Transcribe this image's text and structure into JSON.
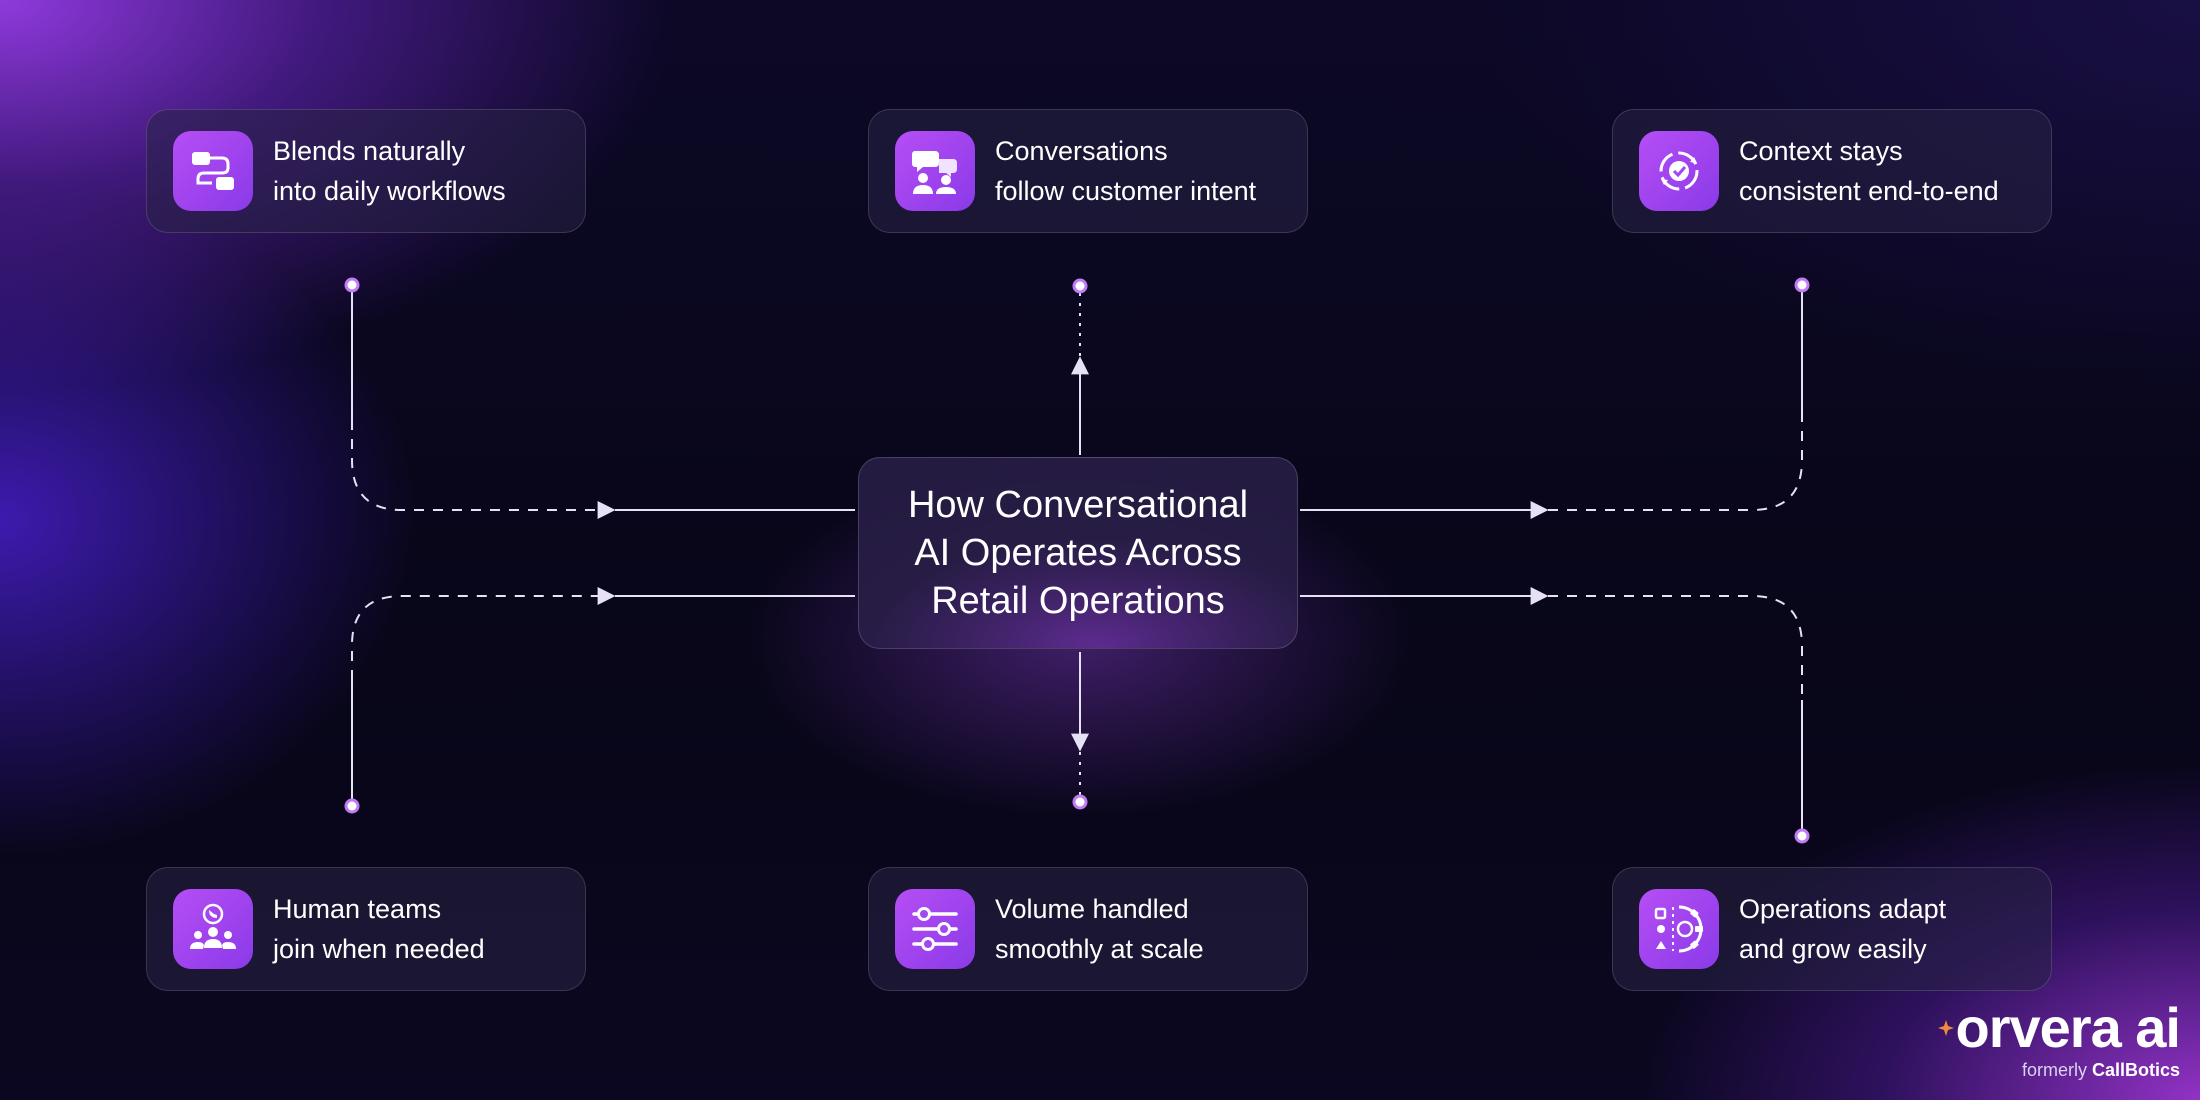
{
  "title": {
    "lines": [
      "How Conversational",
      "AI Operates Across",
      "Retail Operations"
    ]
  },
  "cards": {
    "top_left": {
      "icon": "workflow-icon",
      "lines": [
        "Blends naturally",
        "into daily workflows"
      ]
    },
    "top_center": {
      "icon": "conversation-users-icon",
      "lines": [
        "Conversations",
        "follow customer intent"
      ]
    },
    "top_right": {
      "icon": "cycle-check-icon",
      "lines": [
        "Context stays",
        "consistent end-to-end"
      ]
    },
    "bottom_left": {
      "icon": "team-phone-icon",
      "lines": [
        "Human teams",
        "join when needed"
      ]
    },
    "bottom_center": {
      "icon": "sliders-icon",
      "lines": [
        "Volume handled",
        "smoothly at scale"
      ]
    },
    "bottom_right": {
      "icon": "gear-adapt-icon",
      "lines": [
        "Operations adapt",
        "and grow easily"
      ]
    }
  },
  "brand": {
    "name": "orvera ai",
    "formerly_label": "formerly",
    "formerly_name": "CallBotics",
    "accent_color": "#f08a3c"
  },
  "colors": {
    "icon_tile": "#a347f0",
    "connector": "#e6e1f5"
  }
}
